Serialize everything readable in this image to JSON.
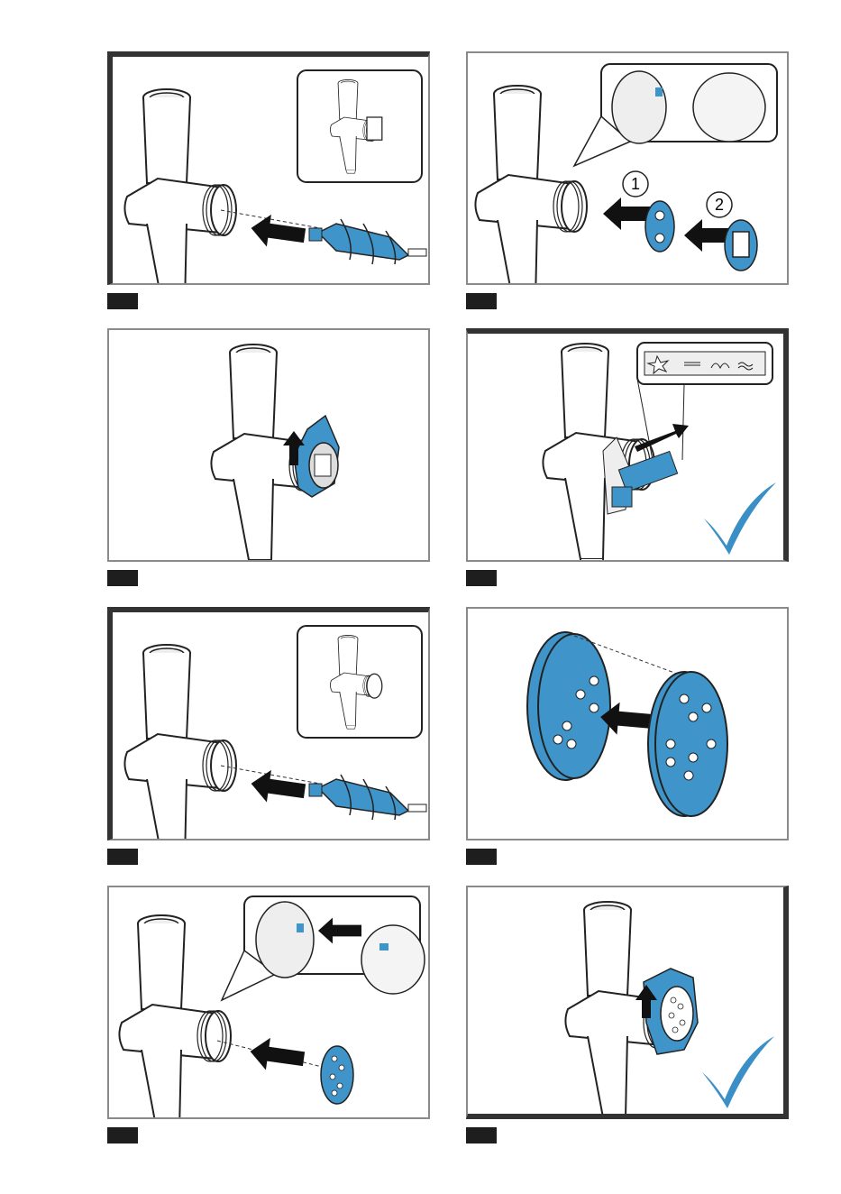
{
  "colors": {
    "accent_blue": "#3f95c9",
    "outline": "#222222",
    "frame": "#8a8a8a",
    "checkmark": "#3a8fc6"
  },
  "panels": [
    {
      "id": "p1",
      "icon": "auger-insert-illustration"
    },
    {
      "id": "p2",
      "icon": "disc-and-ring-assembly-illustration",
      "labels": [
        "1",
        "2"
      ]
    },
    {
      "id": "p3",
      "icon": "locking-ring-rotate-illustration"
    },
    {
      "id": "p4",
      "icon": "shape-selector-slide-illustration",
      "check": "checkmark-icon"
    },
    {
      "id": "p5",
      "icon": "auger-insert-illustration"
    },
    {
      "id": "p6",
      "icon": "perforated-disc-assembly-illustration"
    },
    {
      "id": "p7",
      "icon": "perforated-disc-insert-illustration"
    },
    {
      "id": "p8",
      "icon": "locking-ring-rotate-illustration",
      "check": "checkmark-icon"
    }
  ]
}
